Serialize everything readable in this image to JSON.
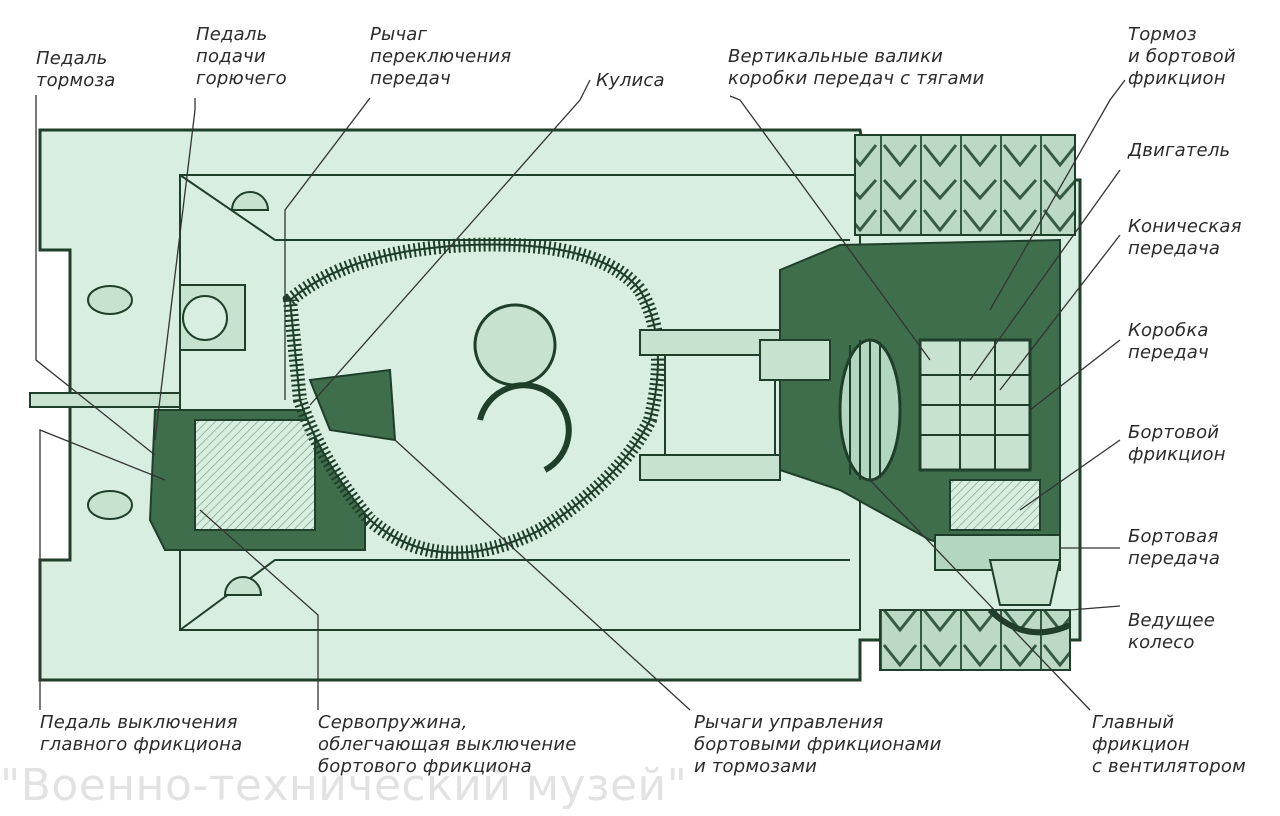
{
  "colors": {
    "hull_fill": "#d8eee0",
    "dark_fill": "#3f6e4c",
    "line": "#1f3f2a",
    "leader": "#333333",
    "text": "#2b2b2b"
  },
  "labels": {
    "brake_pedal": [
      "Педаль",
      "тормоза"
    ],
    "fuel_pedal": [
      "Педаль",
      "подачи",
      "горючего"
    ],
    "gear_lever": [
      "Рычаг",
      "переключения",
      "передач"
    ],
    "gate": [
      "Кулиса"
    ],
    "vertical_rollers": [
      "Вертикальные валики",
      "коробки передач с тягами"
    ],
    "brake_side_clutch": [
      "Тормоз",
      "и бортовой",
      "фрикцион"
    ],
    "engine": [
      "Двигатель"
    ],
    "bevel_gear": [
      "Коническая",
      "передача"
    ],
    "gearbox": [
      "Коробка",
      "передач"
    ],
    "side_clutch": [
      "Бортовой",
      "фрикцион"
    ],
    "final_drive": [
      "Бортовая",
      "передача"
    ],
    "drive_wheel": [
      "Ведущее",
      "колесо"
    ],
    "main_clutch_pedal": [
      "Педаль выключения",
      "главного фрикциона"
    ],
    "servo_spring": [
      "Сервопружина,",
      "облегчающая выключение",
      "бортового фрикциона"
    ],
    "control_levers": [
      "Рычаги управления",
      "бортовыми фрикционами",
      "и тормозами"
    ],
    "main_clutch": [
      "Главный",
      "фрикцион",
      "с вентилятором"
    ]
  },
  "watermark": "\"Военно-технический музей\""
}
